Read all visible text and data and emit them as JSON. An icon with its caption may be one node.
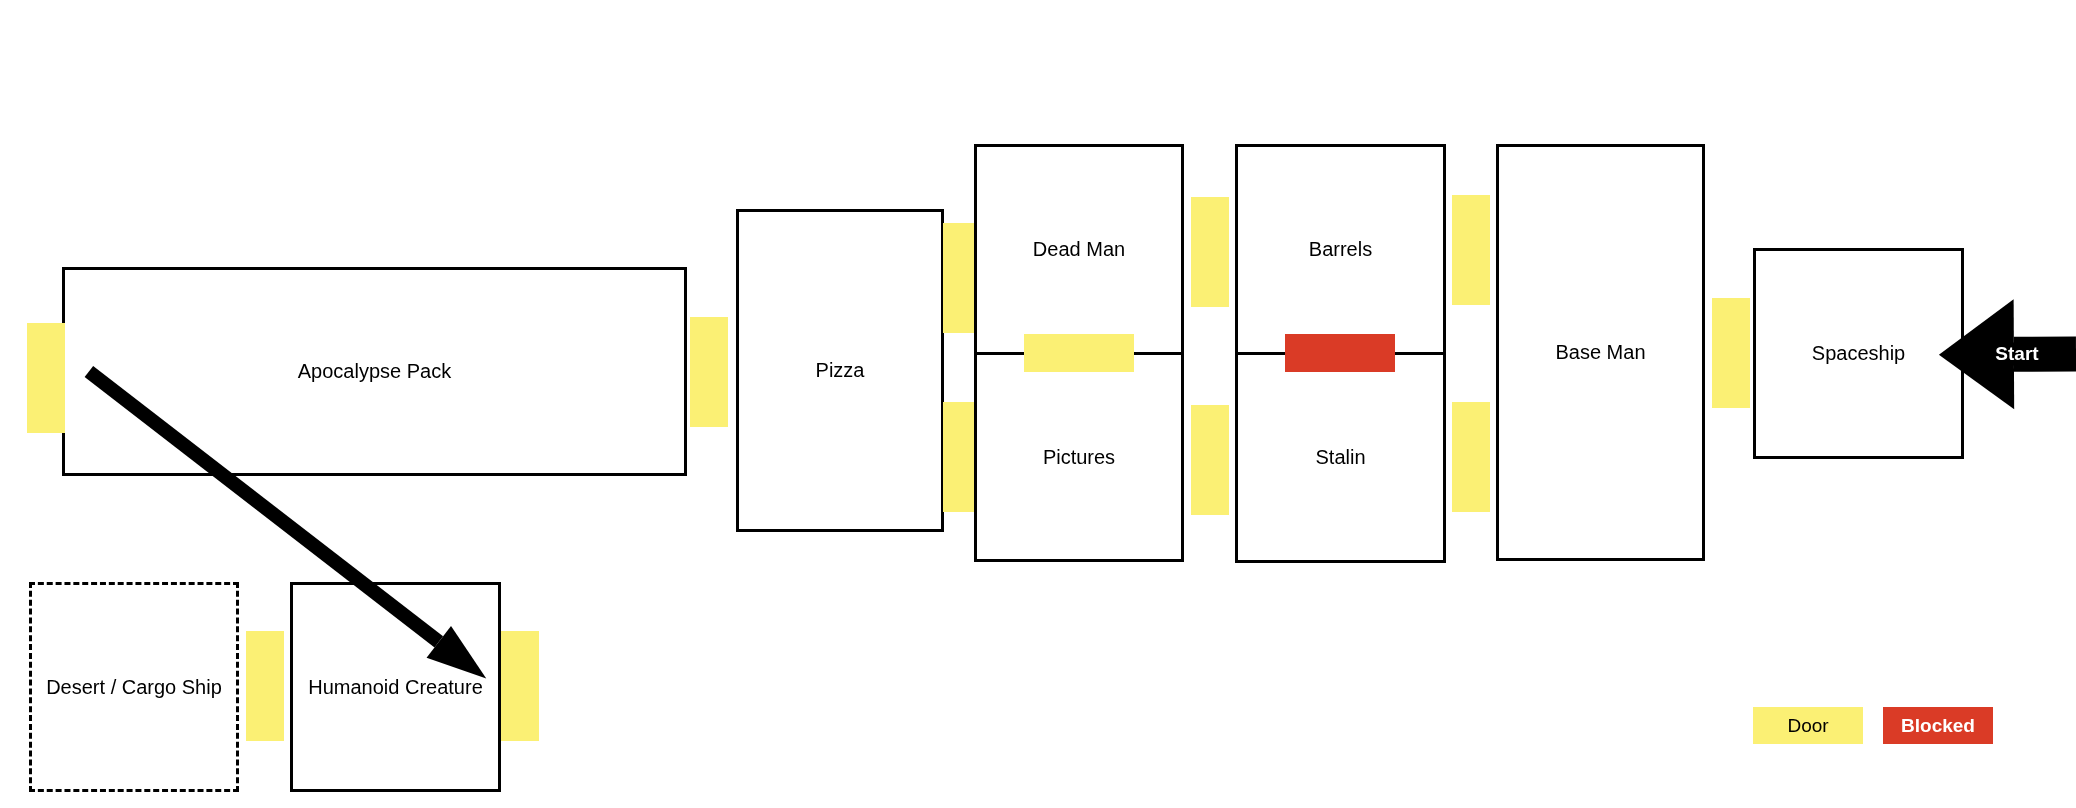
{
  "diagram": {
    "nodes": [
      {
        "text": [
          "Apocalypse Pack"
        ]
      },
      {
        "text": [
          "Pizza"
        ]
      },
      {
        "text": [
          "Dead Man"
        ]
      },
      {
        "text": [
          "Pictures"
        ]
      },
      {
        "text": [
          "Barrels"
        ]
      },
      {
        "text": [
          "Stalin"
        ]
      },
      {
        "text": [
          "Base Man"
        ]
      },
      {
        "text": [
          "Spaceship"
        ]
      },
      {
        "text": [
          "Desert / Cargo Ship"
        ]
      },
      {
        "text": [
          "Humanoid Creature"
        ]
      }
    ],
    "edges": [
      {
        "from": 0,
        "to": 9,
        "arrow": "to"
      },
      {
        "from": null,
        "to": 7,
        "arrow": "to",
        "label": "Start",
        "style": "thick"
      }
    ],
    "legend": [
      {
        "text": "Door",
        "color": "#fbf074"
      },
      {
        "text": "Blocked",
        "color": "#da3b26"
      }
    ]
  }
}
